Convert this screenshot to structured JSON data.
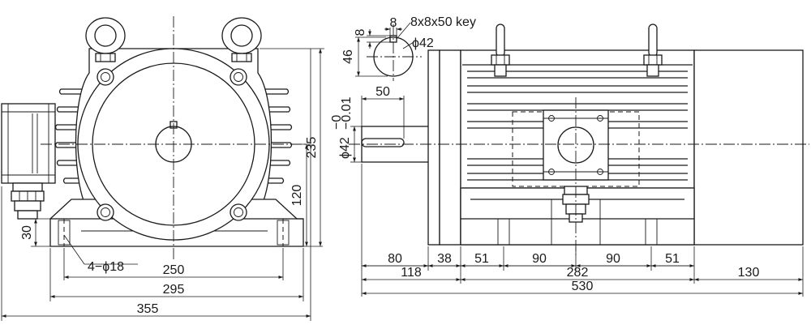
{
  "front_view": {
    "dim_total_width": "355",
    "dim_base_width": "295",
    "dim_bolt_spacing": "250",
    "dim_bolt_holes": "4−ϕ18",
    "dim_base_height": "30",
    "dim_shaft_height": "120",
    "dim_total_height": "235"
  },
  "shaft_section": {
    "key_width": "8",
    "key_depth": "8",
    "key_spec": "8x8x50 key",
    "diameter": "ϕ42",
    "section_height": "46"
  },
  "side_view": {
    "dim_key_length": "50",
    "dim_shaft_diameter": "ϕ42",
    "dim_shaft_tol_upper": "−0",
    "dim_shaft_tol_lower": "−0.01",
    "dim_80": "80",
    "dim_38": "38",
    "dim_51_left": "51",
    "dim_90_left": "90",
    "dim_90_right": "90",
    "dim_51_right": "51",
    "dim_118": "118",
    "dim_282": "282",
    "dim_130": "130",
    "dim_530": "530"
  },
  "colors": {
    "line": "#1a1a1a",
    "background": "#ffffff"
  }
}
